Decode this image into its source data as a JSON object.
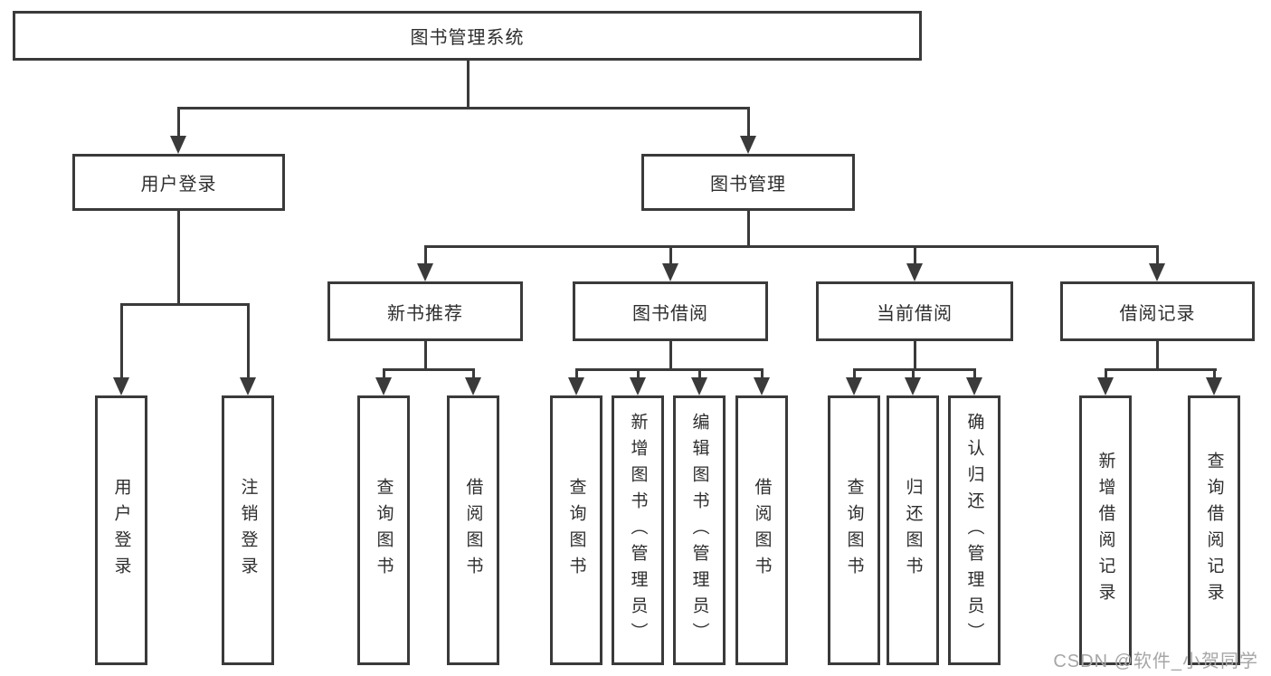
{
  "tree": {
    "label": "图书管理系统",
    "children": [
      {
        "label": "用户登录",
        "children": [
          {
            "label": "用户登录"
          },
          {
            "label": "注销登录"
          }
        ]
      },
      {
        "label": "图书管理",
        "children": [
          {
            "label": "新书推荐",
            "children": [
              {
                "label": "查询图书"
              },
              {
                "label": "借阅图书"
              }
            ]
          },
          {
            "label": "图书借阅",
            "children": [
              {
                "label": "查询图书"
              },
              {
                "label": "新增图书（管理员）"
              },
              {
                "label": "编辑图书（管理员）"
              },
              {
                "label": "借阅图书"
              }
            ]
          },
          {
            "label": "当前借阅",
            "children": [
              {
                "label": "查询图书"
              },
              {
                "label": "归还图书"
              },
              {
                "label": "确认归还（管理员）"
              }
            ]
          },
          {
            "label": "借阅记录",
            "children": [
              {
                "label": "新增借阅记录"
              },
              {
                "label": "查询借阅记录"
              }
            ]
          }
        ]
      }
    ]
  },
  "watermark": {
    "text": "CSDN @软件_小贺同学"
  },
  "colors": {
    "line": "#3a3a3a",
    "text": "#2e2e2e",
    "background": "#ffffff",
    "watermark": "#a6a6a6"
  }
}
